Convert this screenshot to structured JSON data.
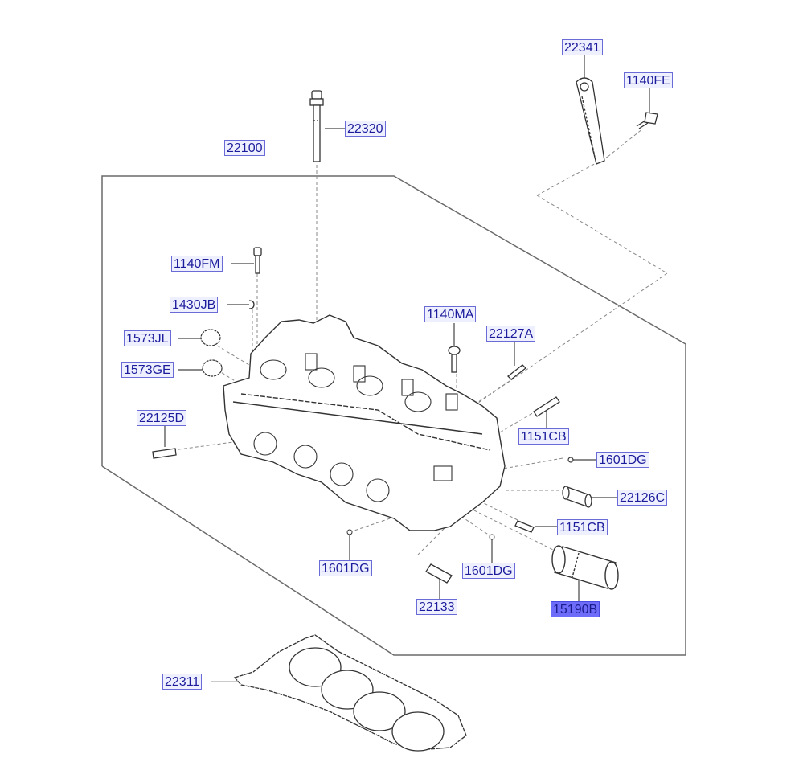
{
  "diagram": {
    "title": "Cylinder Head Assembly",
    "accent_color": "#1c1c9c",
    "label_border_color": "#6b6bd8",
    "highlight_color": "#6d6dfa",
    "callouts": [
      {
        "id": "22341",
        "label": "22341",
        "part": "engine hanger bracket"
      },
      {
        "id": "1140FE",
        "label": "1140FE",
        "part": "hanger bolt"
      },
      {
        "id": "22320",
        "label": "22320",
        "part": "head bolt"
      },
      {
        "id": "22100",
        "label": "22100",
        "part": "cylinder head assembly"
      },
      {
        "id": "1140FM",
        "label": "1140FM",
        "part": "bolt"
      },
      {
        "id": "1430JB",
        "label": "1430JB",
        "part": "pin"
      },
      {
        "id": "1573JL",
        "label": "1573JL",
        "part": "plug"
      },
      {
        "id": "1573GE",
        "label": "1573GE",
        "part": "plug"
      },
      {
        "id": "1140MA",
        "label": "1140MA",
        "part": "bolt"
      },
      {
        "id": "22127A",
        "label": "22127A",
        "part": "stud"
      },
      {
        "id": "22125D",
        "label": "22125D",
        "part": "stud"
      },
      {
        "id": "1151CB-1",
        "label": "1151CB",
        "part": "stud"
      },
      {
        "id": "1601DG-1",
        "label": "1601DG",
        "part": "plug"
      },
      {
        "id": "22126C",
        "label": "22126C",
        "part": "guide"
      },
      {
        "id": "1151CB-2",
        "label": "1151CB",
        "part": "stud"
      },
      {
        "id": "1601DG-2",
        "label": "1601DG",
        "part": "plug"
      },
      {
        "id": "1601DG-3",
        "label": "1601DG",
        "part": "plug"
      },
      {
        "id": "22133",
        "label": "22133",
        "part": "dowel pin"
      },
      {
        "id": "15190B",
        "label": "15190B",
        "part": "sleeve",
        "selected": true
      },
      {
        "id": "22311",
        "label": "22311",
        "part": "cylinder head gasket"
      }
    ]
  }
}
